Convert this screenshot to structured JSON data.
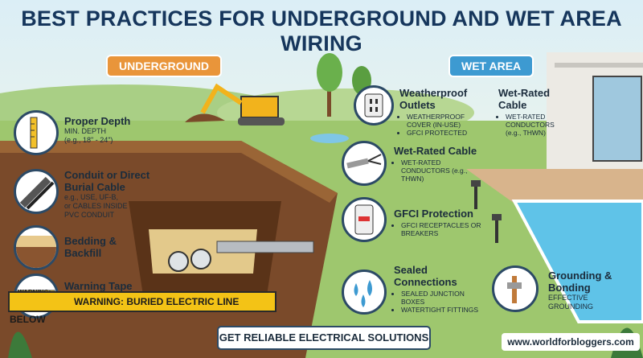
{
  "title": "BEST PRACTICES FOR UNDERGROUND AND WET AREA WIRING",
  "sections": {
    "underground": "UNDERGROUND",
    "wet_area": "WET AREA"
  },
  "underground_items": [
    {
      "heading": "Proper Depth",
      "detail_line1": "MIN. DEPTH",
      "detail_line2": "(e.g., 18\" - 24\")"
    },
    {
      "heading_line1": "Conduit or Direct",
      "heading_line2": "Burial Cable",
      "detail_line1": "e.g., USE, UF-B,",
      "detail_line2": "or CABLES INSIDE",
      "detail_line3": "PVC CONDUIT"
    },
    {
      "heading_line1": "Bedding &",
      "heading_line2": "Backfill"
    },
    {
      "heading": "Warning Tape",
      "tag": "WARNING:"
    }
  ],
  "tape_text": "WARNING: BURIED ELECTRIC LINE BELOW",
  "wet_items": [
    {
      "heading": "Weatherproof Outlets",
      "bullets": [
        "WEATHERPROOF COVER (IN-USE)",
        "GFCI PROTECTED"
      ]
    },
    {
      "heading": "Wet-Rated Cable",
      "bullets": [
        "WET-RATED CONDUCTORS (e.g., THWN)"
      ]
    },
    {
      "heading": "Wet-Rated Cable",
      "bullets": [
        "WET-RATED CONDUCTORS (e.g., THWN)"
      ]
    },
    {
      "heading": "GFCI Protection",
      "bullets": [
        "GFCI RECEPTACLES OR BREAKERS"
      ]
    },
    {
      "heading_line1": "Sealed",
      "heading_line2": "Connections",
      "bullets": [
        "SEALED JUNCTION BOXES",
        "WATERTIGHT FITTINGS"
      ]
    },
    {
      "heading_line1": "Grounding &",
      "heading_line2": "Bonding",
      "detail_line1": "EFFECTIVE",
      "detail_line2": "GROUNDING"
    }
  ],
  "footer": {
    "cta": "GET RELIABLE ELECTRICAL SOLUTIONS",
    "url": "www.worldforbloggers.com"
  },
  "colors": {
    "title": "#16365c",
    "underground_pill": "#e9953a",
    "wet_pill": "#3d9ad1",
    "tape": "#f3c316",
    "soil": "#7a4a2a",
    "pool": "#5fc3e8"
  }
}
